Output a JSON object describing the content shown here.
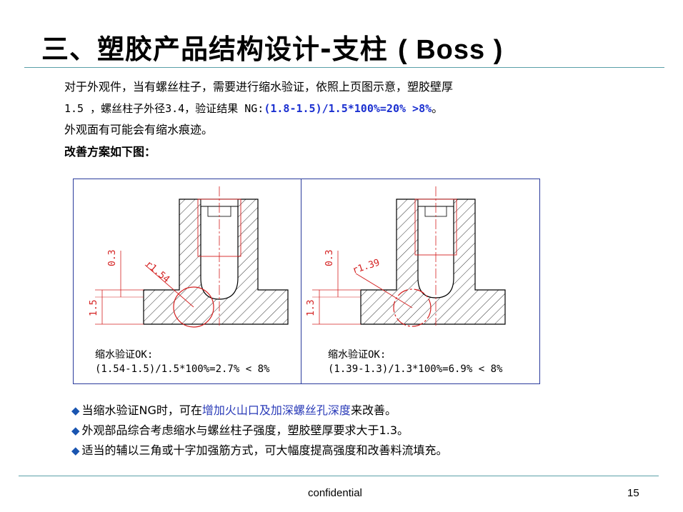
{
  "title": {
    "cn": "三、塑胶产品结构设计-支柱",
    "en": "( Boss )"
  },
  "intro": {
    "line1": "对于外观件，当有螺丝柱子，需要进行缩水验证，依照上页图示意，塑胶壁厚",
    "line2_prefix": "1.5 ，螺丝柱子外径3.4，验证结果 NG:",
    "line2_formula": "(1.8-1.5)/1.5*100%=20% >8%",
    "line2_suffix": "。",
    "line3": "外观面有可能会有缩水痕迹。",
    "heading": "改善方案如下图："
  },
  "figure": {
    "left": {
      "dim_top": "0.3",
      "dim_bottom": "1.5",
      "radius": "r1.54",
      "caption1": "缩水验证OK:",
      "caption2": "(1.54-1.5)/1.5*100%=2.7% < 8%"
    },
    "right": {
      "dim_top": "0.3",
      "dim_bottom": "1.3",
      "radius": "r1.39",
      "caption1": "缩水验证OK:",
      "caption2": "(1.39-1.3)/1.3*100%=6.9% < 8%"
    }
  },
  "bullets": [
    {
      "pre": "当缩水验证NG时，可在",
      "hl": "增加火山口及加深螺丝孔深度",
      "post": "来改善。"
    },
    {
      "pre": "外观部品综合考虑缩水与螺丝柱子强度，塑胶壁厚要求大于1.3。",
      "hl": "",
      "post": ""
    },
    {
      "pre": "适当的辅以三角或十字加强筋方式，可大幅度提高强度和改善料流填充。",
      "hl": "",
      "post": ""
    }
  ],
  "footer": {
    "label": "confidential",
    "page": "15"
  },
  "colors": {
    "rule": "#5aa0a8",
    "frame": "#2a3b9c",
    "formula": "#1a2fd0",
    "highlight": "#2a3bb8",
    "red": "#d42020"
  }
}
